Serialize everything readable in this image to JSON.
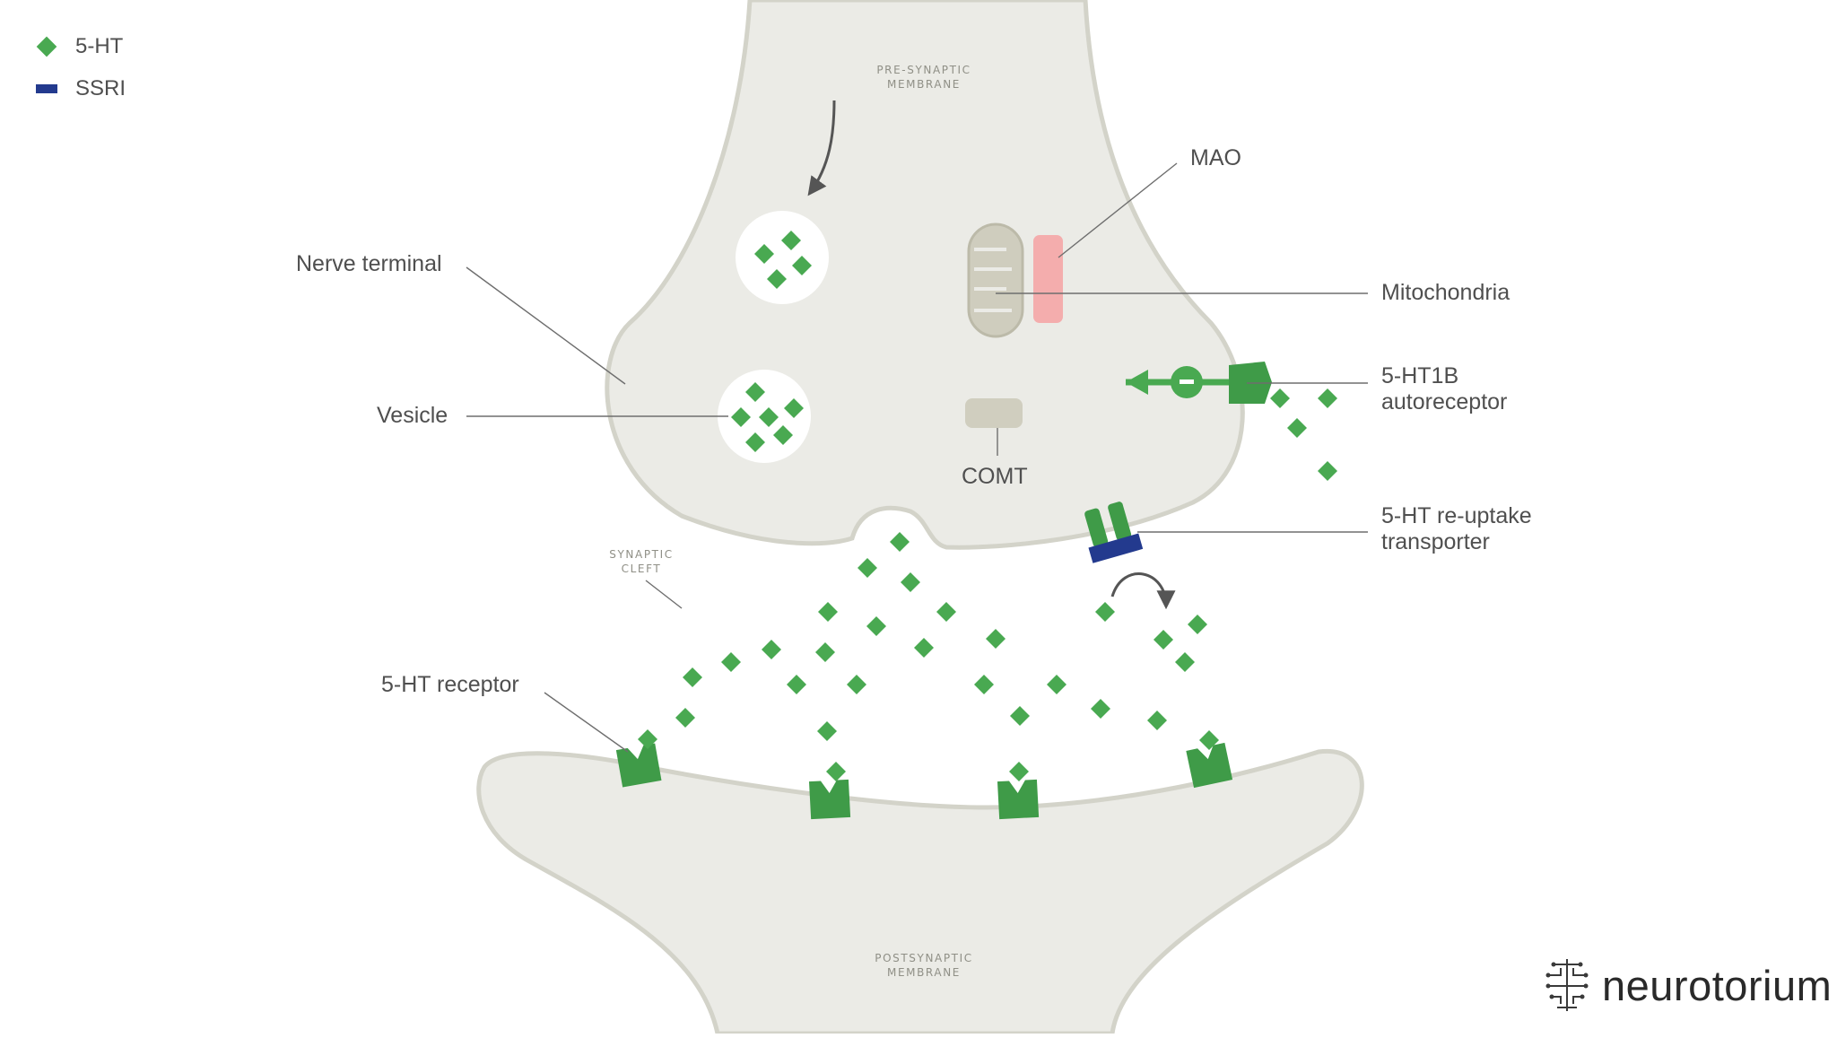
{
  "legend": [
    {
      "label": "5-HT",
      "symbol": "diamond",
      "color": "#49a951"
    },
    {
      "label": "SSRI",
      "symbol": "bar",
      "color": "#233a8e"
    }
  ],
  "labels": {
    "pre_membrane_line1": "PRE-SYNAPTIC",
    "pre_membrane_line2": "MEMBRANE",
    "post_membrane_line1": "POSTSYNAPTIC",
    "post_membrane_line2": "MEMBRANE",
    "cleft_line1": "SYNAPTIC",
    "cleft_line2": "CLEFT",
    "nerve_terminal": "Nerve terminal",
    "vesicle": "Vesicle",
    "mao": "MAO",
    "mitochondria": "Mitochondria",
    "autoreceptor_line1": "5-HT1B",
    "autoreceptor_line2": "autoreceptor",
    "comt": "COMT",
    "reuptake_line1": "5-HT re-uptake",
    "reuptake_line2": "transporter",
    "receptor": "5-HT receptor"
  },
  "brand": {
    "name": "neurotorium",
    "icon": "brain-circuit-icon"
  },
  "colors": {
    "membrane_fill": "#ebebe6",
    "membrane_stroke": "#d3d3c9",
    "serotonin": "#49a951",
    "receptor": "#3f9b48",
    "ssri": "#233a8e",
    "mao": "#f4adad",
    "mitochondria": "#cfcdbe",
    "comt": "#d0cebf",
    "leader": "#6e6e6e"
  }
}
